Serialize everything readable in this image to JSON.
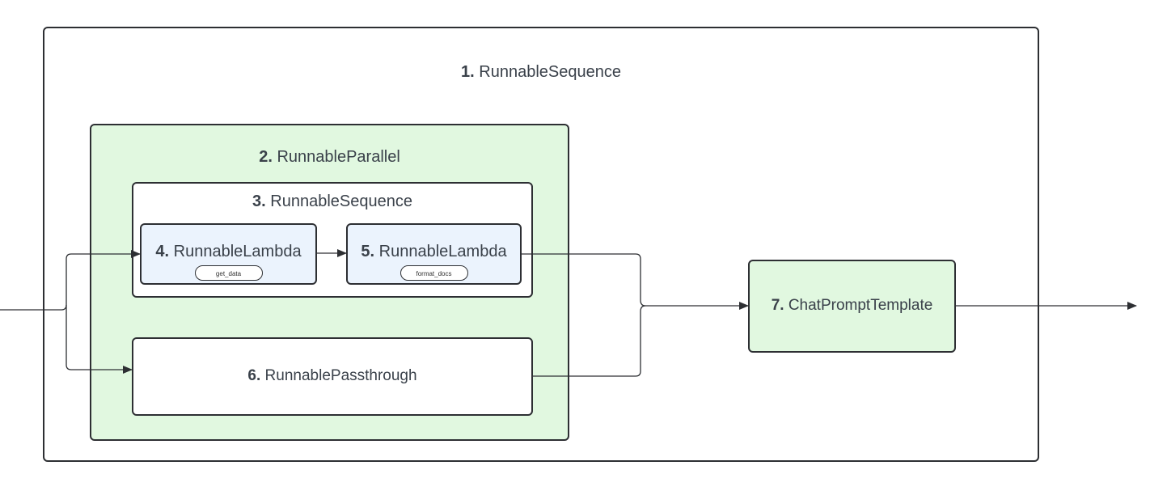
{
  "nodes": {
    "n1": {
      "num": "1.",
      "name": "RunnableSequence"
    },
    "n2": {
      "num": "2.",
      "name": "RunnableParallel"
    },
    "n3": {
      "num": "3.",
      "name": "RunnableSequence"
    },
    "n4": {
      "num": "4.",
      "name": "RunnableLambda",
      "tag": "get_data"
    },
    "n5": {
      "num": "5.",
      "name": "RunnableLambda",
      "tag": "format_docs"
    },
    "n6": {
      "num": "6.",
      "name": "RunnablePassthrough"
    },
    "n7": {
      "num": "7.",
      "name": "ChatPromptTemplate"
    }
  },
  "colors": {
    "stroke": "#2d2f33",
    "green_fill": "#e1f8e0",
    "blue_fill": "#ebf3fd",
    "text": "#3a414a"
  }
}
